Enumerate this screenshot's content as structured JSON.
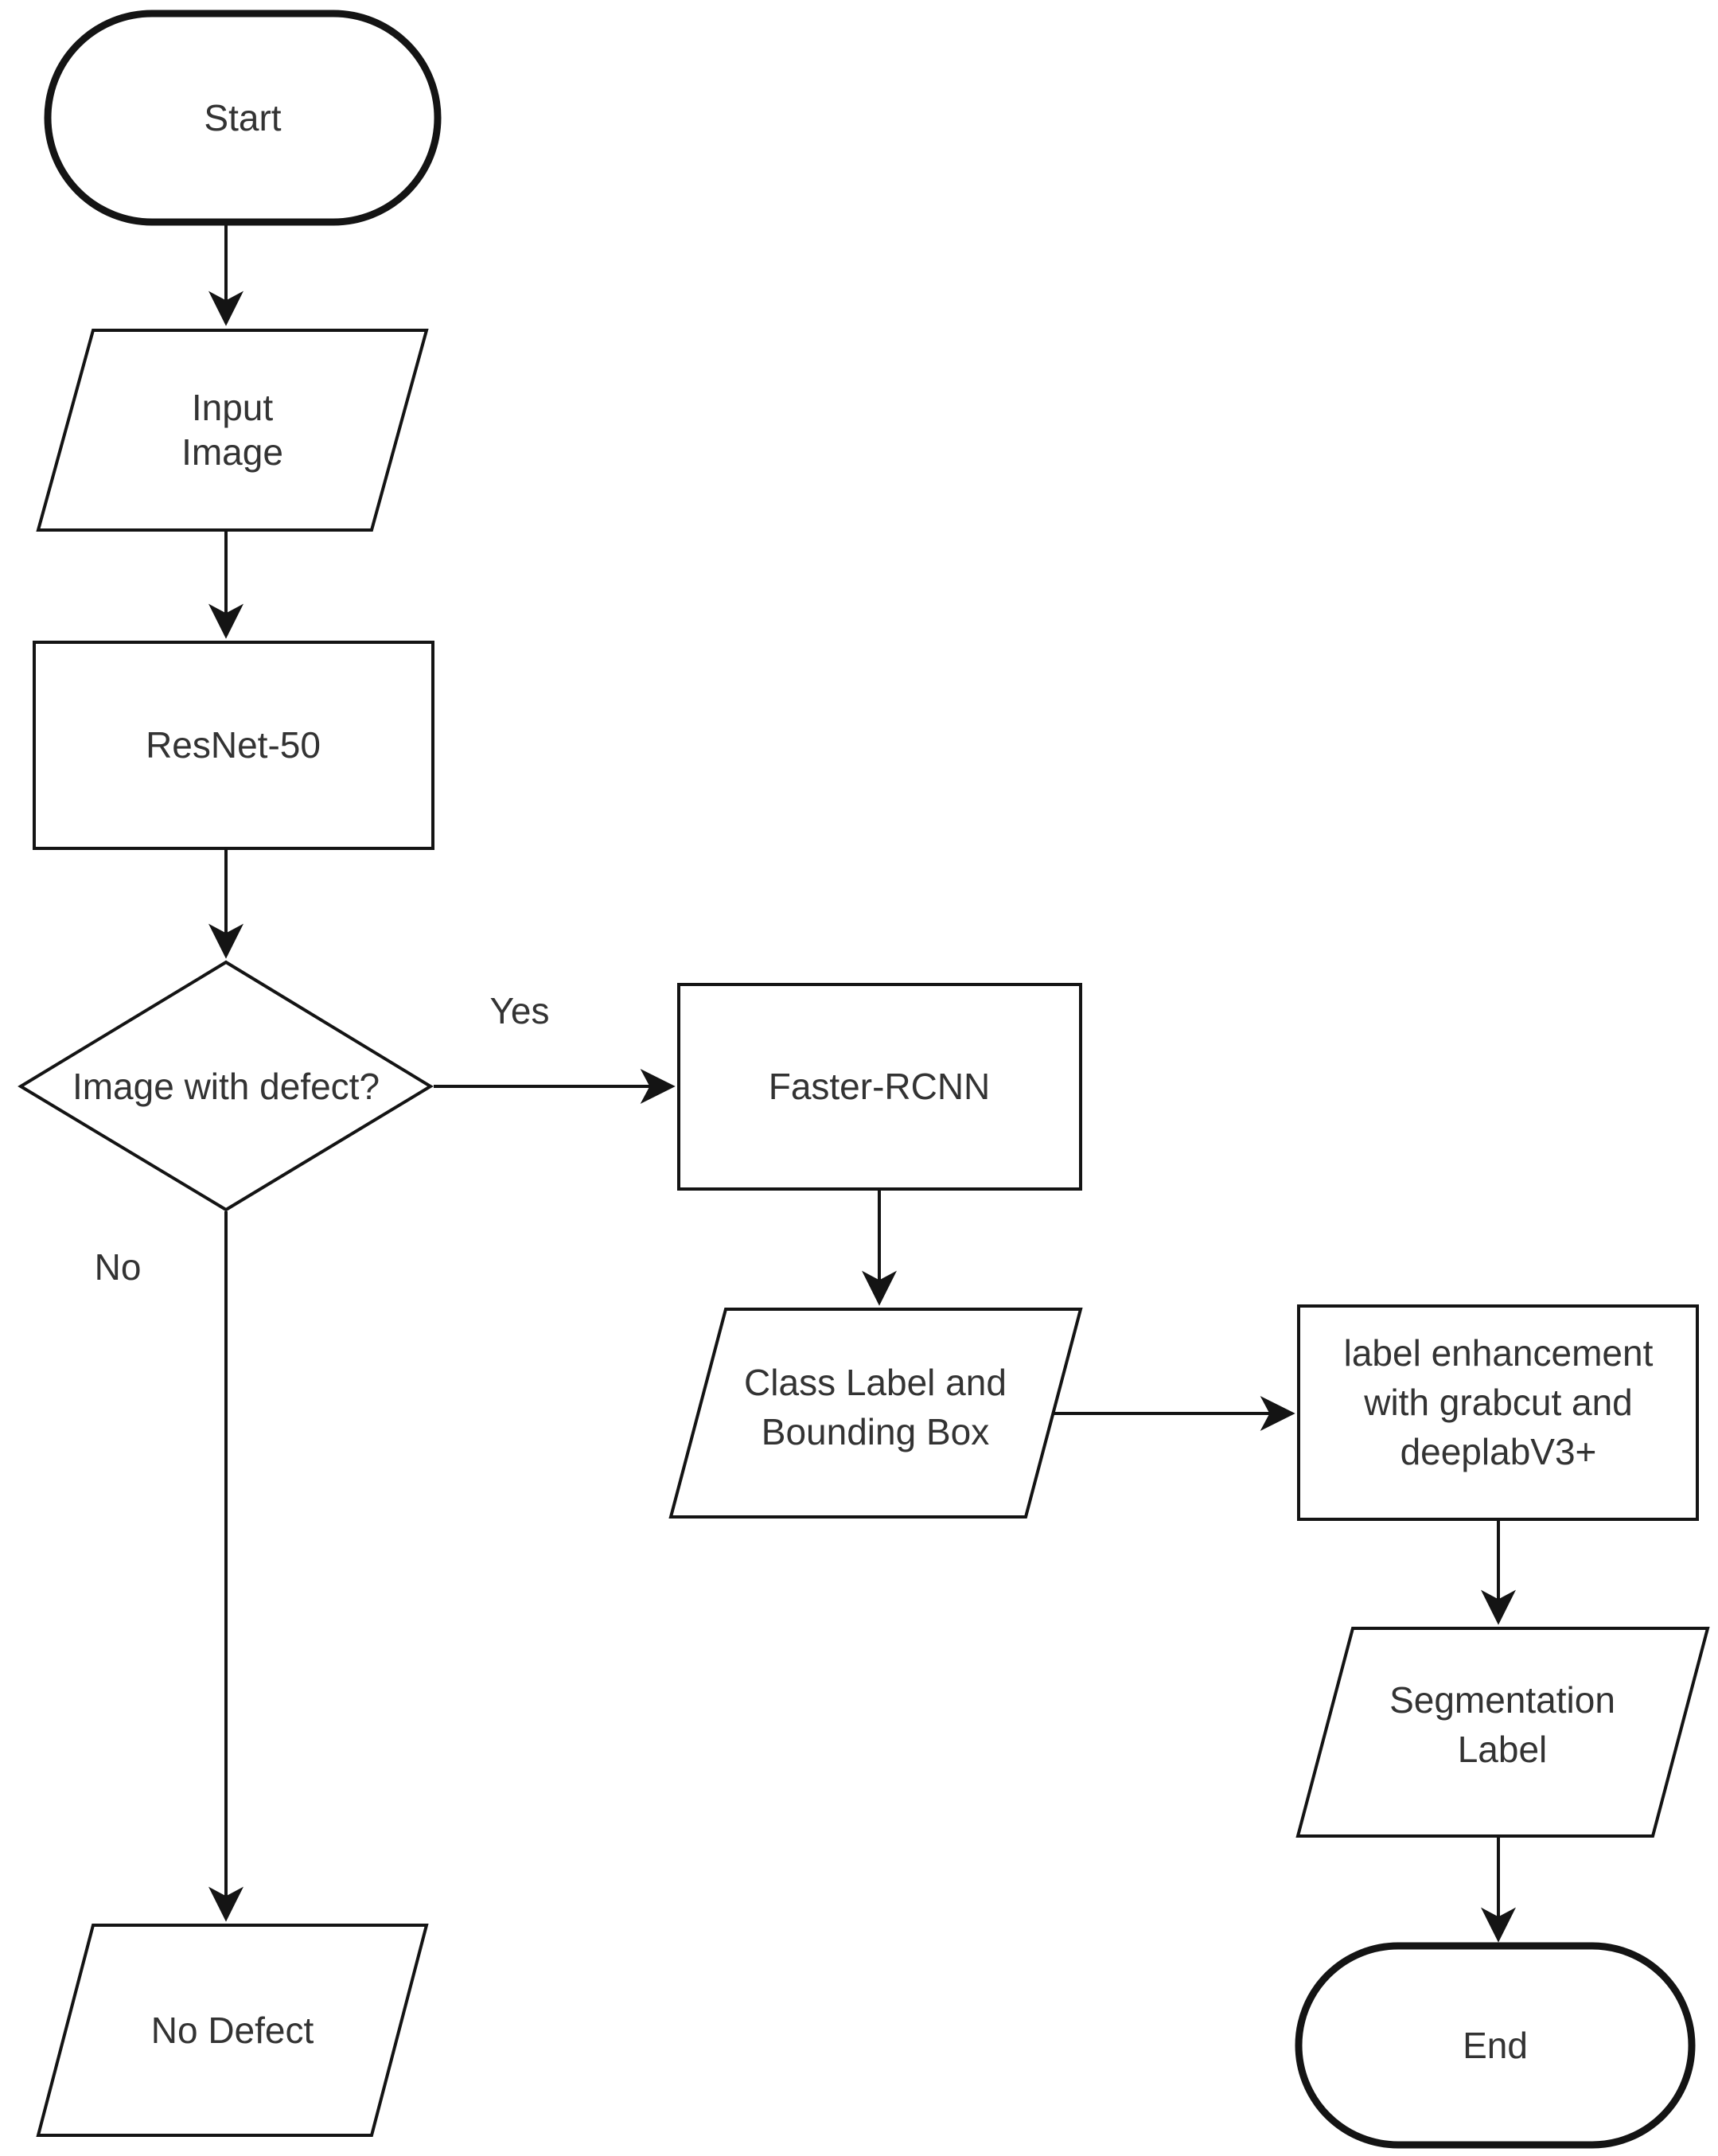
{
  "diagram": {
    "type": "flowchart",
    "background_color": "#ffffff",
    "stroke_color": "#141414",
    "text_color": "#333333",
    "nodes": {
      "start": {
        "shape": "terminator",
        "label": "Start"
      },
      "input_image": {
        "shape": "data-parallelogram",
        "lines": [
          "Input",
          "Image"
        ]
      },
      "resnet": {
        "shape": "process",
        "label": "ResNet-50"
      },
      "defect_decision": {
        "shape": "decision",
        "label": "Image with defect?"
      },
      "faster_rcnn": {
        "shape": "process",
        "label": "Faster-RCNN"
      },
      "class_label_bbox": {
        "shape": "data-parallelogram",
        "lines": [
          "Class Label and",
          "Bounding Box"
        ]
      },
      "label_enhancement": {
        "shape": "process",
        "lines": [
          "label enhancement",
          "with grabcut and",
          "deeplabV3+"
        ]
      },
      "segmentation_label": {
        "shape": "data-parallelogram",
        "lines": [
          "Segmentation",
          "Label"
        ]
      },
      "no_defect": {
        "shape": "data-parallelogram",
        "label": "No Defect"
      },
      "end": {
        "shape": "terminator",
        "label": "End"
      }
    },
    "edge_labels": {
      "yes": "Yes",
      "no": "No"
    },
    "edges": [
      {
        "from": "start",
        "to": "input_image",
        "label": ""
      },
      {
        "from": "input_image",
        "to": "resnet",
        "label": ""
      },
      {
        "from": "resnet",
        "to": "defect_decision",
        "label": ""
      },
      {
        "from": "defect_decision",
        "to": "faster_rcnn",
        "label": "Yes"
      },
      {
        "from": "defect_decision",
        "to": "no_defect",
        "label": "No"
      },
      {
        "from": "faster_rcnn",
        "to": "class_label_bbox",
        "label": ""
      },
      {
        "from": "class_label_bbox",
        "to": "label_enhancement",
        "label": ""
      },
      {
        "from": "label_enhancement",
        "to": "segmentation_label",
        "label": ""
      },
      {
        "from": "segmentation_label",
        "to": "end",
        "label": ""
      }
    ]
  }
}
